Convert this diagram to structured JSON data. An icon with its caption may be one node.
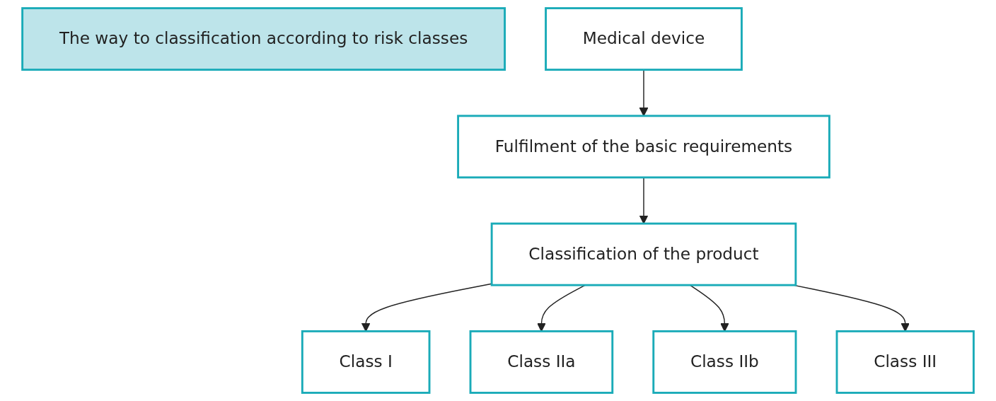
{
  "diagram": {
    "nodes": [
      {
        "text": [
          "The way to classification according to risk classes"
        ]
      },
      {
        "text": [
          "Medical device"
        ]
      },
      {
        "text": [
          "Fulfilment of the basic requirements"
        ]
      },
      {
        "text": [
          "Classification of the product"
        ]
      },
      {
        "text": [
          "Class I"
        ]
      },
      {
        "text": [
          "Class IIa"
        ]
      },
      {
        "text": [
          "Class IIb"
        ]
      },
      {
        "text": [
          "Class III"
        ]
      }
    ],
    "edges": [
      {
        "from": 1,
        "to": 2,
        "arrow": "to"
      },
      {
        "from": 2,
        "to": 3,
        "arrow": "to"
      },
      {
        "from": 3,
        "to": 4,
        "arrow": "to"
      },
      {
        "from": 3,
        "to": 5,
        "arrow": "to"
      },
      {
        "from": 3,
        "to": 6,
        "arrow": "to"
      },
      {
        "from": 3,
        "to": 7,
        "arrow": "to"
      }
    ]
  }
}
